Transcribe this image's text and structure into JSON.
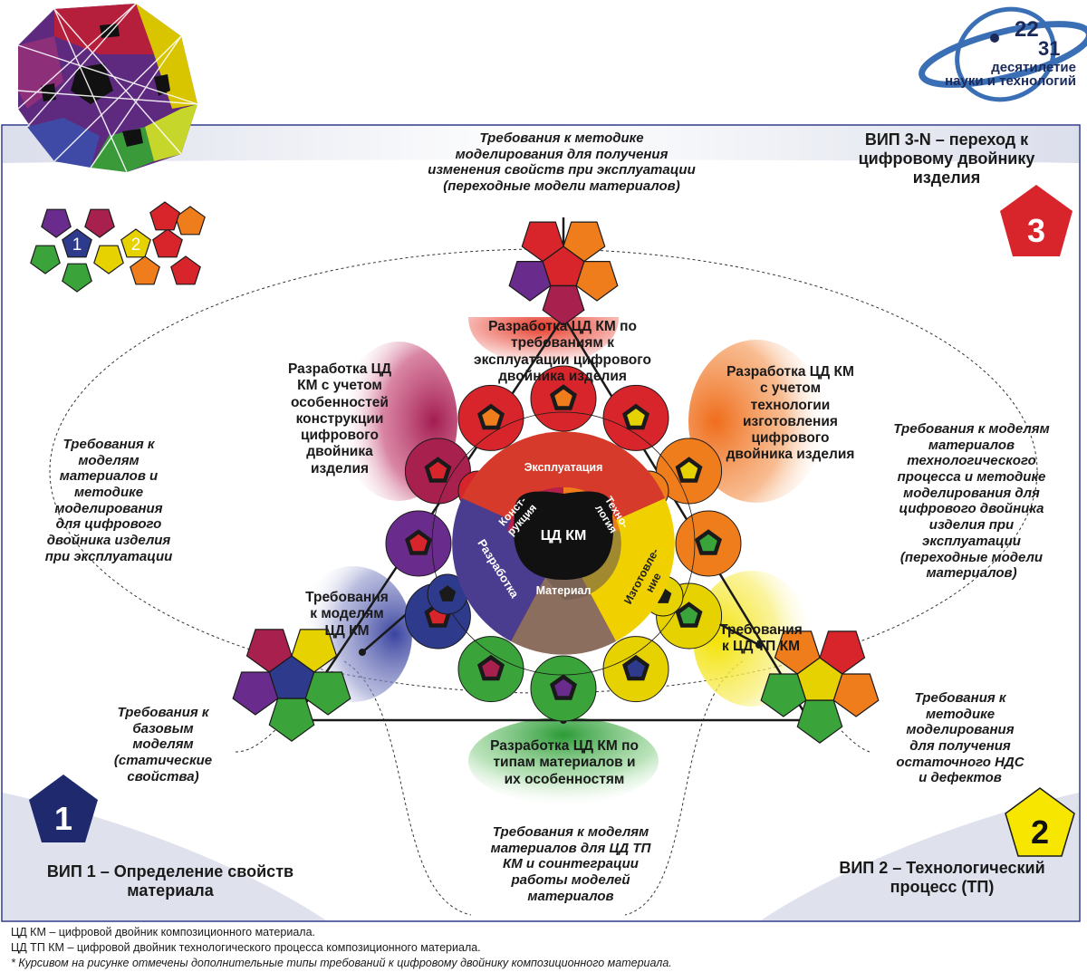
{
  "labels": {
    "vip1": "ВИП 1 – Определение свойств\nматериала",
    "vip2": "ВИП 2 – Технологический\nпроцесс (ТП)",
    "vip3": "ВИП 3-N – переход к\nцифровому двойнику\nизделия",
    "num1": "1",
    "num2": "2",
    "num3": "3",
    "center": "ЦД КМ",
    "sector_expl": "Эксплуатация",
    "sector_constr": "Конст-\nрукция",
    "sector_tech": "Техно-\nлогия",
    "sector_material": "Материал",
    "sector_dev": "Разработка",
    "sector_manuf": "Изготовле-\nние",
    "req_top_italic": "Требования к методике\nмоделирования для получения\nизменения свойств при эксплуатации\n(переходные модели материалов)",
    "dev_expl": "Разработка ЦД КМ по\nтребованиям к\nэксплуатации цифрового\nдвойника изделия",
    "dev_constr": "Разработка ЦД\nКМ с учетом\nособенностей\nконструкции\nцифрового\nдвойника\nизделия",
    "dev_tech": "Разработка ЦД КМ\nс учетом\nтехнологии\nизготовления\nцифрового\nдвойника изделия",
    "req_left_italic": "Требования к\nмоделям\nматериалов и\nметодике\nмоделирования\nдля цифрового\nдвойника изделия\nпри эксплуатации",
    "req_right_italic": "Требования к моделям\nматериалов\nтехнологического\nпроцесса и методике\nмоделирования для\nцифрового двойника\nизделия при\nэксплуатации\n(переходные модели\nматериалов)",
    "req_models_km": "Требования\nк моделям\nЦД КМ",
    "req_tp_km": "Требования\nк ЦД ТП КМ",
    "req_base_italic": "Требования к\nбазовым\nмоделям\n(статические\nсвойства)",
    "req_ndc_italic": "Требования к\nметодике\nмоделирования\nдля получения\nостаточного НДС\nи дефектов",
    "dev_types": "Разработка ЦД КМ по\nтипам материалов и\nих особенностям",
    "req_bottom_italic": "Требования к моделям\nматериалов для ЦД ТП\nКМ и соинтеграции\nработы моделей\nматериалов"
  },
  "logo": {
    "num_top": "22",
    "num_bottom": "31",
    "line1": "десятилетие",
    "line2": "науки и технологий"
  },
  "footnotes": [
    "ЦД КМ – цифровой двойник композиционного материала.",
    "ЦД ТП КМ – цифровой двойник технологического процесса композиционного материала.",
    "* Курсивом на рисунке отмечены дополнительные типы требований к цифровому двойнику композиционного материала."
  ],
  "colors": {
    "purple": "#6a2c8c",
    "blue": "#2e3a8c",
    "green": "#3aa33a",
    "yellow": "#e6d200",
    "red": "#d8252b",
    "orange": "#ef7d1c",
    "crimson": "#a8204e",
    "navy": "#1f2a6e"
  }
}
